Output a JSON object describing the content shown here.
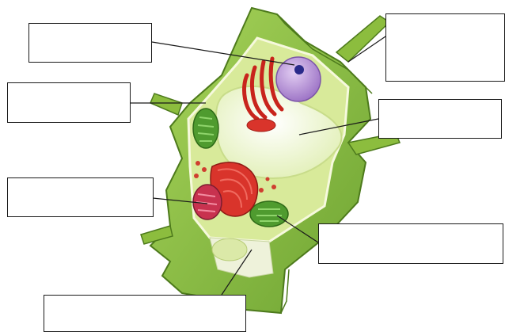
{
  "diagram": {
    "type": "plant-cell-labeling-worksheet",
    "colors": {
      "cell_wall": "#8cbd3e",
      "cell_wall_dark": "#5e8f25",
      "cytoplasm": "#d8ea9a",
      "vacuole": "#eef5c9",
      "nucleus": "#b48fd3",
      "golgi_er": "#d9342b",
      "mitochondrion": "#c8324f",
      "chloroplast": "#4f9b2f"
    },
    "labels": [
      {
        "id": "label-1",
        "text": ""
      },
      {
        "id": "label-2",
        "text": ""
      },
      {
        "id": "label-3",
        "text": ""
      },
      {
        "id": "label-4",
        "text": ""
      },
      {
        "id": "label-5",
        "text": ""
      },
      {
        "id": "label-6",
        "text": ""
      },
      {
        "id": "label-7",
        "text": ""
      }
    ]
  }
}
